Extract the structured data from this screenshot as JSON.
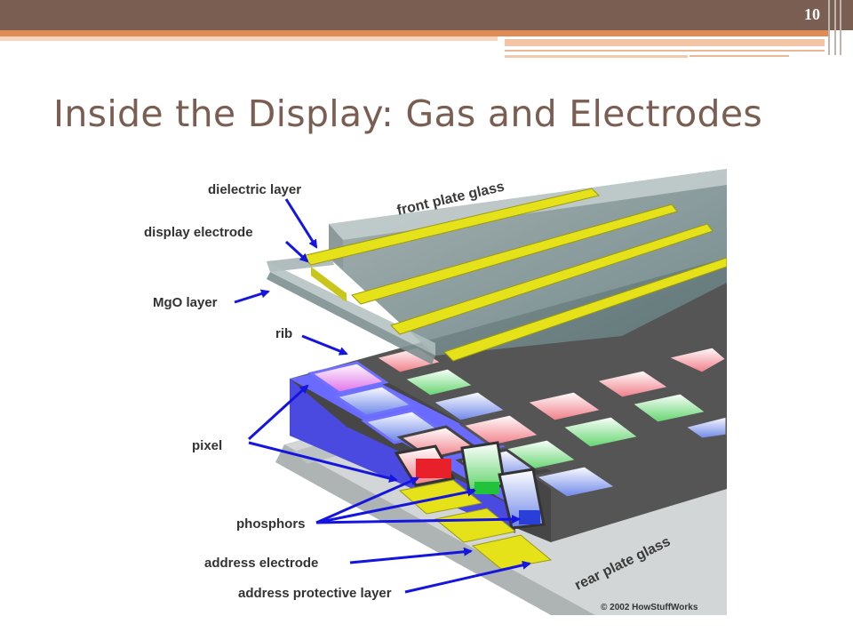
{
  "slide": {
    "number": "10",
    "title": "Inside the Display: Gas and Electrodes"
  },
  "diagram": {
    "labels": {
      "dielectric_layer": "dielectric layer",
      "display_electrode": "display electrode",
      "mgo_layer": "MgO layer",
      "rib": "rib",
      "pixel": "pixel",
      "phosphors": "phosphors",
      "address_electrode": "address electrode",
      "address_protective_layer": "address protective layer",
      "front_plate_glass": "front plate glass",
      "rear_plate_glass": "rear plate glass"
    },
    "credit": "© 2002 HowStuffWorks"
  },
  "colors": {
    "brand_brown": "#7b5e52",
    "accent_orange": "#e08b55",
    "arrow_blue": "#1515e0",
    "electrode_yellow": "#e6e21a",
    "phosphor_red": "#e8202a",
    "phosphor_green": "#22c23a",
    "phosphor_blue": "#2a3fd8"
  }
}
